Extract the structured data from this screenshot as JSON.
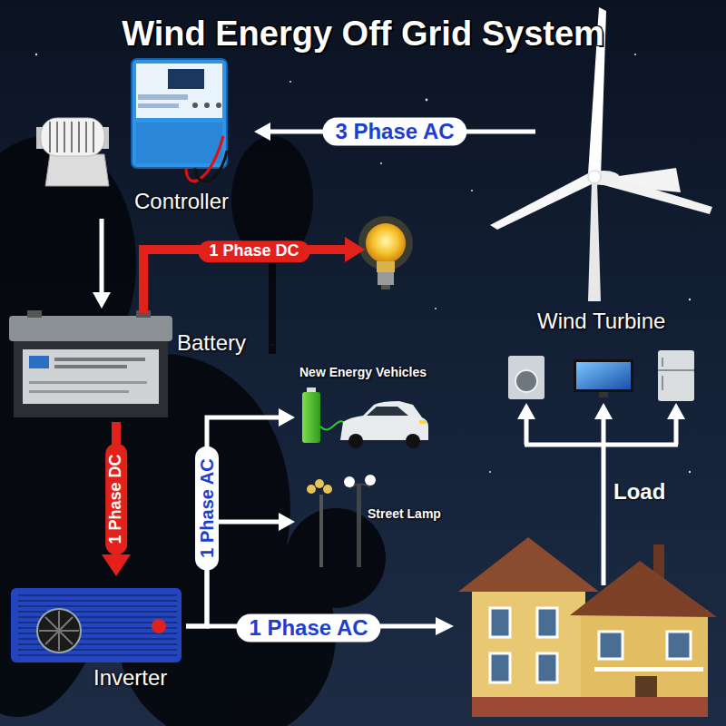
{
  "diagram": {
    "title": "Wind Energy Off Grid System",
    "nodes": [
      {
        "text": [
          "Controller"
        ]
      },
      {
        "text": [
          "Wind Turbine"
        ]
      },
      {
        "text": [
          "Battery"
        ]
      },
      {
        "text": [
          "New Energy Vehicles"
        ]
      },
      {
        "text": [
          "Street Lamp"
        ]
      },
      {
        "text": [
          "Inverter"
        ]
      }
    ],
    "edges": [
      {
        "from": 1,
        "to": 0,
        "arrow": "to",
        "label": "3 Phase AC"
      },
      {
        "from": 0,
        "to": 2,
        "arrow": "to"
      },
      {
        "from": 2,
        "to": 5,
        "arrow": "to",
        "label": "1 Phase DC"
      },
      {
        "from": 5,
        "to": 3,
        "arrow": "to",
        "label": "1 Phase AC"
      },
      {
        "from": 5,
        "to": 4,
        "arrow": "to"
      }
    ],
    "labels": [
      "1 Phase DC",
      "Load",
      "1 Phase AC"
    ]
  }
}
